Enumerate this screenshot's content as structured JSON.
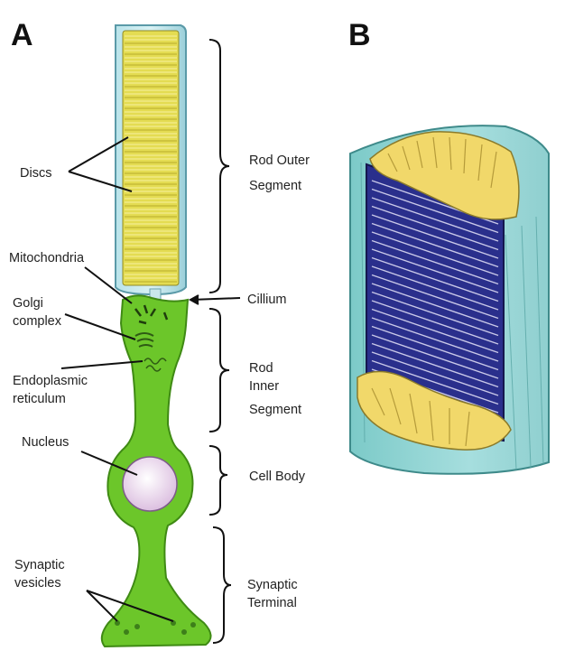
{
  "panels": {
    "a": "A",
    "b": "B"
  },
  "left_labels": {
    "discs": "Discs",
    "mitochondria": "Mitochondria",
    "golgi_1": "Golgi",
    "golgi_2": "complex",
    "er_1": "Endoplasmic",
    "er_2": "reticulum",
    "nucleus": "Nucleus",
    "synaptic_1": "Synaptic",
    "synaptic_2": "vesicles"
  },
  "right_labels": {
    "outer_1": "Rod Outer",
    "outer_2": "Segment",
    "cillium": "Cillium",
    "inner_1": "Rod",
    "inner_2": "Inner",
    "inner_3": "Segment",
    "cell_body": "Cell Body",
    "terminal_1": "Synaptic",
    "terminal_2": "Terminal"
  },
  "colors": {
    "cell_green": "#6cc62a",
    "cell_green_dark": "#3f8a14",
    "disc_yellow": "#e8df55",
    "outer_blue": "#9fd3dc",
    "nucleus": "#efdcf0",
    "membrane_teal": "#8fd0cf",
    "stack_navy": "#2a2f8c",
    "fold_yellow": "#f1d86a"
  }
}
